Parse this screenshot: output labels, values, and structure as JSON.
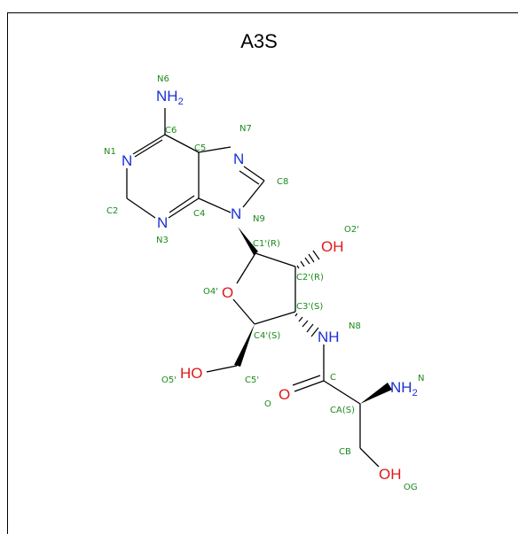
{
  "title": "A3S",
  "atoms": {
    "N6": "NH",
    "N6_sub": "2",
    "N1": "N",
    "N3": "N",
    "N7": "N",
    "N9": "N",
    "O4": "O",
    "O2": "OH",
    "N8": "NH",
    "O5": "HO",
    "O": "O",
    "N": "NH",
    "N_sub": "2",
    "OG": "OH"
  },
  "labels": {
    "N6": "N6",
    "C6": "C6",
    "N1": "N1",
    "C5": "C5",
    "N7": "N7",
    "C8": "C8",
    "C2": "C2",
    "C4": "C4",
    "N3": "N3",
    "N9": "N9",
    "O2": "O2'",
    "C1": "C1'(R)",
    "C2p": "C2'(R)",
    "O4": "O4'",
    "C3": "C3'(S)",
    "N8": "N8",
    "C4p": "C4'(S)",
    "O5": "O5'",
    "C5p": "C5'",
    "C": "C",
    "N": "N",
    "O": "O",
    "CA": "CA(S)",
    "CB": "CB",
    "OG": "OG"
  },
  "colors": {
    "nitrogen": "#1a2fd6",
    "oxygen": "#e01818",
    "label": "#1b8a1b",
    "bond": "#000000"
  }
}
